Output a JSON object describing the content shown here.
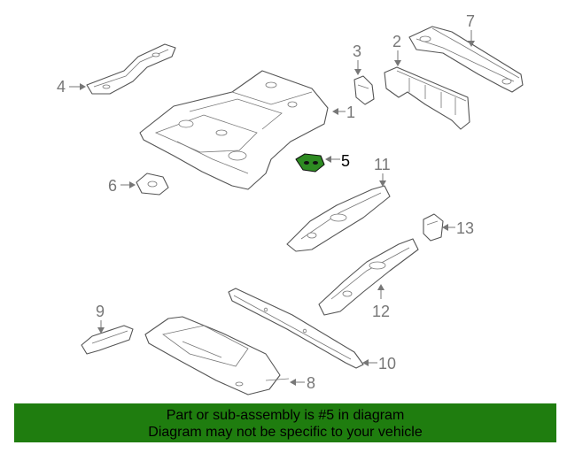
{
  "callouts": {
    "c1": "1",
    "c2": "2",
    "c3": "3",
    "c4": "4",
    "c5": "5",
    "c6": "6",
    "c7": "7",
    "c8": "8",
    "c9": "9",
    "c10": "10",
    "c11": "11",
    "c12": "12",
    "c13": "13"
  },
  "banner": {
    "line1": "Part or sub-assembly is #5 in diagram",
    "line2": "Diagram may not be specific to your vehicle"
  },
  "colors": {
    "highlight_part": "#2e8b22",
    "banner_background": "#1f7d0f",
    "line_art": "#555555",
    "callout_text": "#777777"
  }
}
